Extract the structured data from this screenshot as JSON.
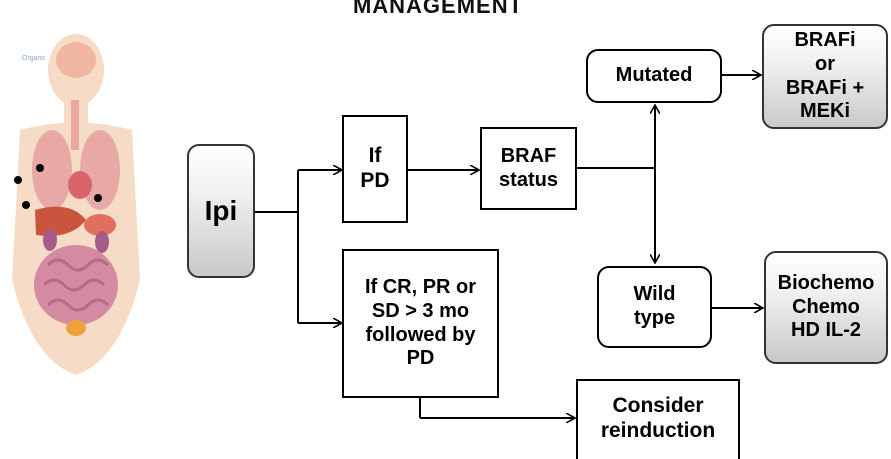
{
  "header_fragment": "MANAGEMENT",
  "anatomy": {
    "label": "Organs",
    "metastasis_dots": 4
  },
  "nodes": {
    "ipi": "Ipi",
    "if_pd": "If\nPD",
    "braf_status": "BRAF\nstatus",
    "mutated": "Mutated",
    "brafi": "BRAFi\nor\nBRAFi +\nMEKi",
    "wild_type": "Wild\ntype",
    "biochemo": "Biochemo\nChemo\nHD IL-2",
    "if_cr": "If CR, PR or\nSD > 3 mo\nfollowed by\nPD",
    "consider": "Consider\nreinduction"
  }
}
